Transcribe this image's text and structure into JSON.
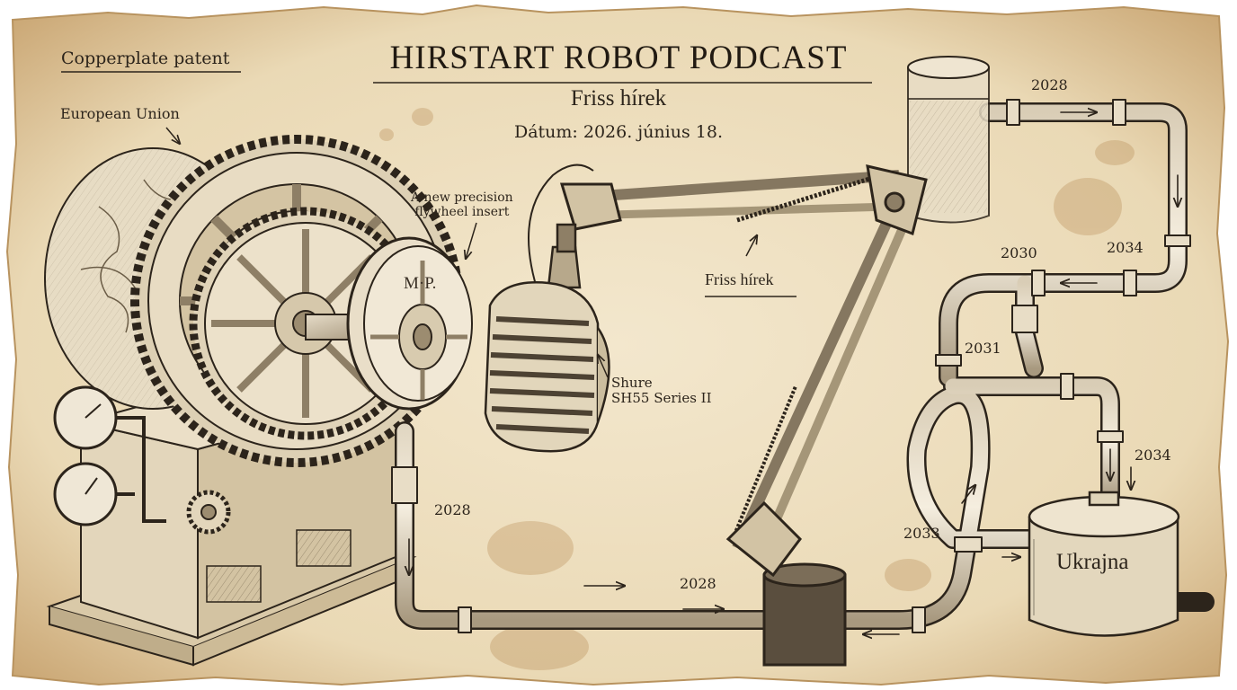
{
  "header": {
    "title": "HIRSTART ROBOT PODCAST",
    "subtitle": "Friss hírek",
    "date": "Dátum: 2026. június 18."
  },
  "annotations": {
    "copperplate": "Copperplate patent",
    "european_union": "European Union",
    "flywheel_note": "A new precision\nflywheel insert",
    "flywheel_mark": "M·P.",
    "microphone": "Shure\nSH55 Series II",
    "boom_label": "Friss hírek",
    "tank_label": "Ukrajna"
  },
  "years": {
    "top_pipe": "2028",
    "right_descent": "2034",
    "upper_return": "2030",
    "valve": "2031",
    "tank_inlet": "2034",
    "lower_bend": "2033",
    "machine_outlet": "2028",
    "bottom_pipe": "2028"
  },
  "colors": {
    "paper": "#efe1c3",
    "paper_edge": "#d8bf92",
    "ink": "#2c241b",
    "stain": "#b98e58"
  }
}
